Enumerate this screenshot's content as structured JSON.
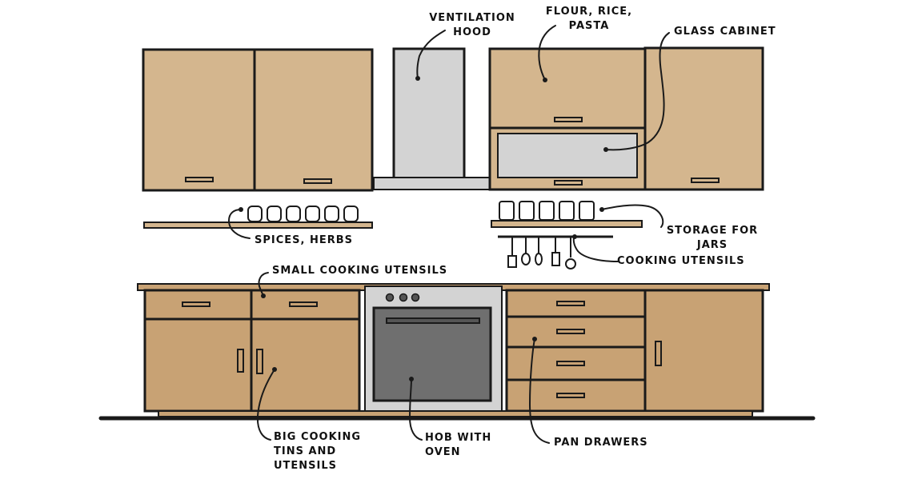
{
  "labels": {
    "ventilation_hood": [
      "VENTILATION",
      "HOOD"
    ],
    "flour_rice_pasta": [
      "FLOUR, RICE,",
      "PASTA"
    ],
    "glass_cabinet": "GLASS CABINET",
    "spices_herbs": "SPICES, HERBS",
    "storage_for_jars": [
      "STORAGE FOR",
      "JARS"
    ],
    "cooking_utensils": "COOKING UTENSILS",
    "small_cooking_utensils": "SMALL COOKING UTENSILS",
    "big_cooking_tins": [
      "BIG COOKING",
      "TINS AND",
      "UTENSILS"
    ],
    "hob_with_oven": [
      "HOB WITH",
      "OVEN"
    ],
    "pan_drawers": "PAN DRAWERS"
  },
  "colors": {
    "upper_wood": "#d4b68e",
    "lower_wood": "#c8a274",
    "steel": "#d3d3d3",
    "oven_glass": "#6f6f6f",
    "outline": "#1a1a1a"
  }
}
